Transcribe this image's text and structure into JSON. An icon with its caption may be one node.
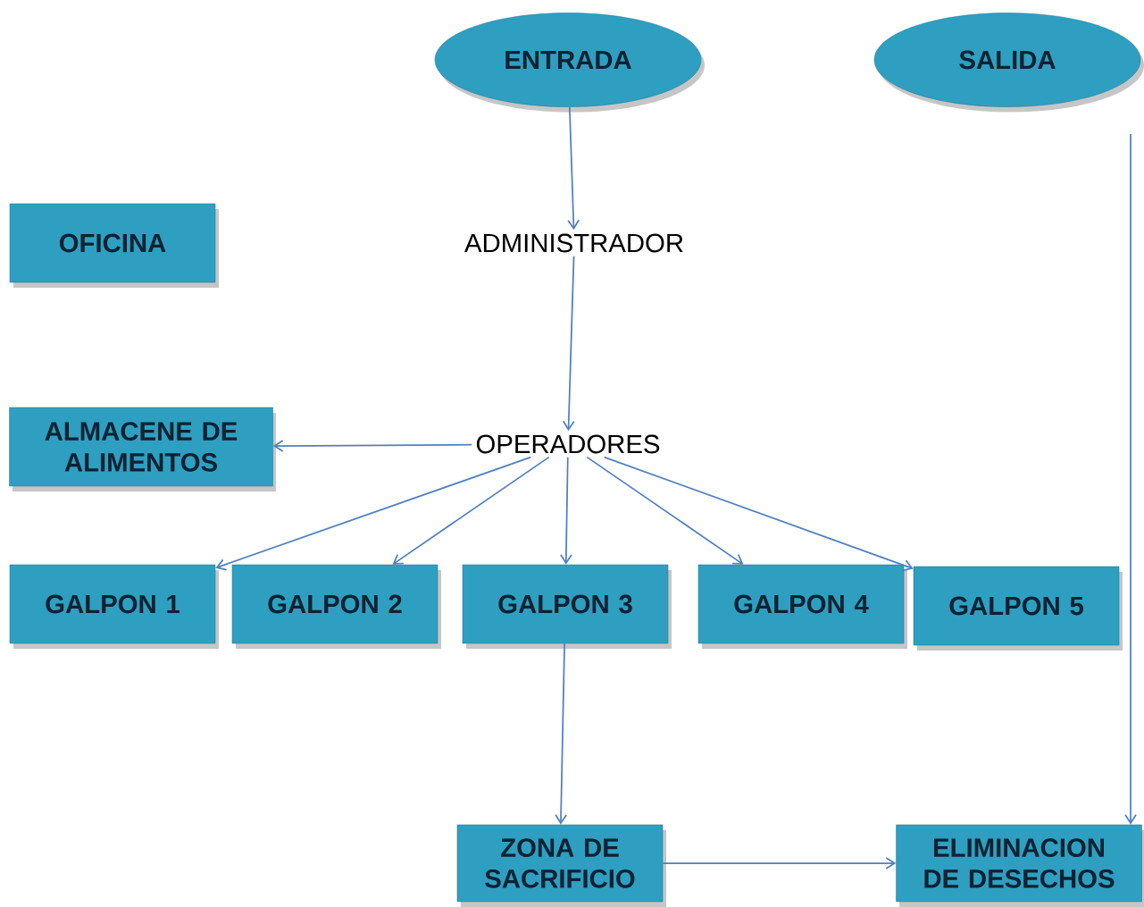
{
  "diagram": {
    "nodes": [
      {
        "text": [
          "ENTRADA"
        ]
      },
      {
        "text": [
          "SALIDA"
        ]
      },
      {
        "text": [
          "OFICINA"
        ]
      },
      {
        "text": [
          "ADMINISTRADOR"
        ]
      },
      {
        "text": [
          "ALMACENE DE ALIMENTOS"
        ]
      },
      {
        "text": [
          "OPERADORES"
        ]
      },
      {
        "text": [
          "GALPON 1"
        ]
      },
      {
        "text": [
          "GALPON 2"
        ]
      },
      {
        "text": [
          "GALPON 3"
        ]
      },
      {
        "text": [
          "GALPON 4"
        ]
      },
      {
        "text": [
          "GALPON 5"
        ]
      },
      {
        "text": [
          "ZONA DE SACRIFICIO"
        ]
      },
      {
        "text": [
          "ELIMINACION DE DESECHOS"
        ]
      }
    ],
    "edges": [
      {
        "from": 0,
        "to": 3,
        "arrow": "to"
      },
      {
        "from": 3,
        "to": 5,
        "arrow": "to"
      },
      {
        "from": 5,
        "to": 4,
        "arrow": "to"
      },
      {
        "from": 5,
        "to": 6,
        "arrow": "to"
      },
      {
        "from": 5,
        "to": 7,
        "arrow": "to"
      },
      {
        "from": 5,
        "to": 8,
        "arrow": "to"
      },
      {
        "from": 5,
        "to": 9,
        "arrow": "to"
      },
      {
        "from": 5,
        "to": 10,
        "arrow": "to"
      },
      {
        "from": 8,
        "to": 11,
        "arrow": "to"
      },
      {
        "from": 11,
        "to": 12,
        "arrow": "to"
      },
      {
        "from": 1,
        "to": 12,
        "arrow": "to"
      }
    ]
  }
}
